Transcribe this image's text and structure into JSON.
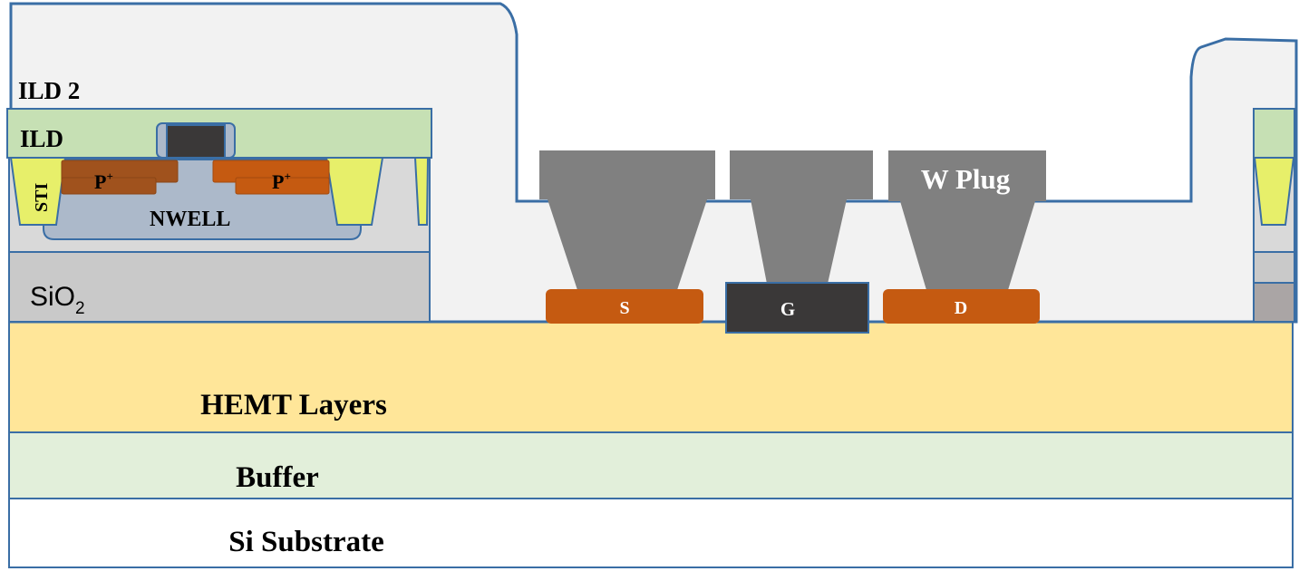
{
  "labels": {
    "ild2": "ILD 2",
    "ild": "ILD",
    "sti": "STI",
    "p_plus": "P",
    "plus_sup": "+",
    "nwell": "NWELL",
    "sio_base": "SiO",
    "sio_sub": "2",
    "source": "S",
    "gate": "G",
    "drain": "D",
    "w_plug": "W Plug",
    "hemt_layers": "HEMT Layers",
    "buffer": "Buffer",
    "si_substrate": "Si Substrate"
  },
  "colors": {
    "outline": "#3a6ea5",
    "ild2_fill": "#f2f2f2",
    "ild_fill": "#c6e0b4",
    "sti_fill": "#e7ef6a",
    "p_plus_dark": "#a0521d",
    "p_plus": "#c55a11",
    "nwell_fill": "#acb9ca",
    "si_layer_fill": "#d9d9d9",
    "sio2_fill": "#c9c9c9",
    "hemt_fill": "#ffe699",
    "buffer_fill": "#e2efda",
    "substrate_fill": "#ffffff",
    "w_plug_fill": "#808080",
    "contact_fill": "#c55a11",
    "gate_fill": "#3a3838"
  }
}
